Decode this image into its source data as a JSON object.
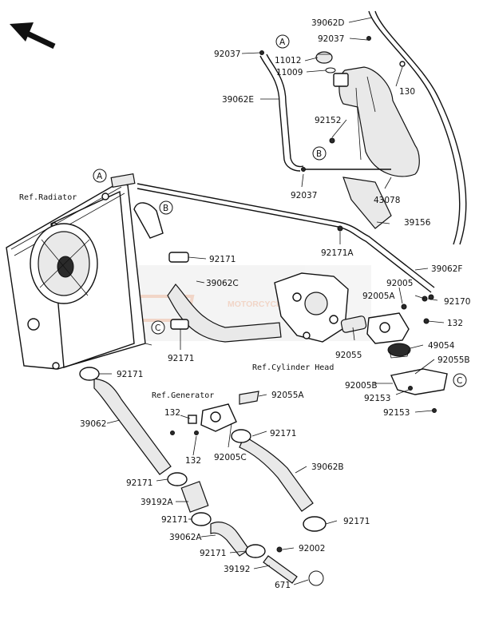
{
  "labels": {
    "p39062D": "39062D",
    "p92037a": "92037",
    "p92037b": "92037",
    "p92037c": "92037",
    "p11012": "11012",
    "p11009": "11009",
    "p39062E": "39062E",
    "p130": "130",
    "p92152": "92152",
    "p43078": "43078",
    "p39156": "39156",
    "p92171A": "92171A",
    "p39062F": "39062F",
    "p92171a": "92171",
    "p92171b": "92171",
    "p92171c": "92171",
    "p92171d": "92171",
    "p92171e": "92171",
    "p92171f": "92171",
    "p92171g": "92171",
    "p92171h": "92171",
    "p39062C": "39062C",
    "p92005": "92005",
    "p92005A": "92005A",
    "p92170": "92170",
    "p132a": "132",
    "p132b": "132",
    "p132c": "132",
    "p49054": "49054",
    "p92055": "92055",
    "p92055B": "92055B",
    "p92005B": "92005B",
    "p92153a": "92153",
    "p92153b": "92153",
    "p39062": "39062",
    "p92055A": "92055A",
    "p92005C": "92005C",
    "p39062B": "39062B",
    "p39192A": "39192A",
    "p39062A": "39062A",
    "p92002": "92002",
    "p39192": "39192",
    "p671": "671",
    "refRadiator": "Ref.Radiator",
    "refCylinderHead": "Ref.Cylinder Head",
    "refGenerator": "Ref.Generator",
    "markerA": "A",
    "markerB": "B",
    "markerC": "C",
    "watermark": "MOTORCYCLE"
  }
}
